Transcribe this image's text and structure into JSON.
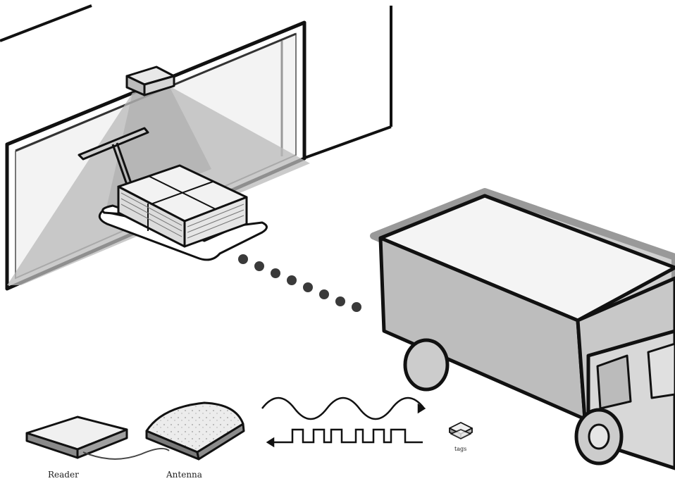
{
  "labels": {
    "reader": "Reader",
    "antenna": "Antenna",
    "tags": "tags"
  },
  "colors": {
    "stroke": "#111111",
    "beam": "#b9b9b9",
    "truck_side": "#bdbdbd",
    "truck_top": "#f2f2f2",
    "wall": "#ffffff",
    "dots": "#3a3a3a"
  },
  "icons": [
    "rfid-reader-icon",
    "antenna-icon",
    "rf-wave-icon",
    "data-pulse-icon",
    "tag-icon"
  ]
}
